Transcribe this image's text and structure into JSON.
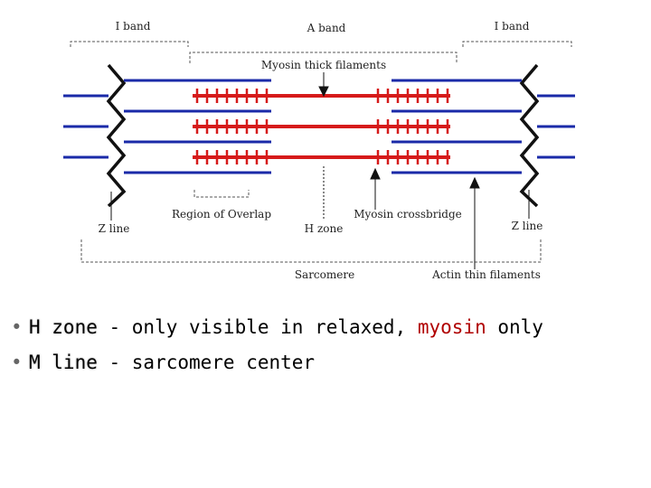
{
  "diagram": {
    "labels": {
      "i_band_left": "I band",
      "a_band": "A band",
      "i_band_right": "I band",
      "myosin_thick": "Myosin thick filaments",
      "region_overlap": "Region of Overlap",
      "myosin_crossbridge": "Myosin crossbridge",
      "z_line_left": "Z line",
      "h_zone": "H zone",
      "z_line_right": "Z line",
      "sarcomere": "Sarcomere",
      "actin_thin": "Actin thin filaments"
    },
    "colors": {
      "actin": "#1a2aa8",
      "myosin": "#d61a1a",
      "z_line": "#111111",
      "bracket": "#555555"
    }
  },
  "bullets": [
    {
      "term": "H zone",
      "text_a": " - only visible in relaxed, ",
      "highlight": "myosin",
      "text_b": " only"
    },
    {
      "term": "M line",
      "text_a": " - sarcomere center",
      "highlight": "",
      "text_b": ""
    }
  ]
}
